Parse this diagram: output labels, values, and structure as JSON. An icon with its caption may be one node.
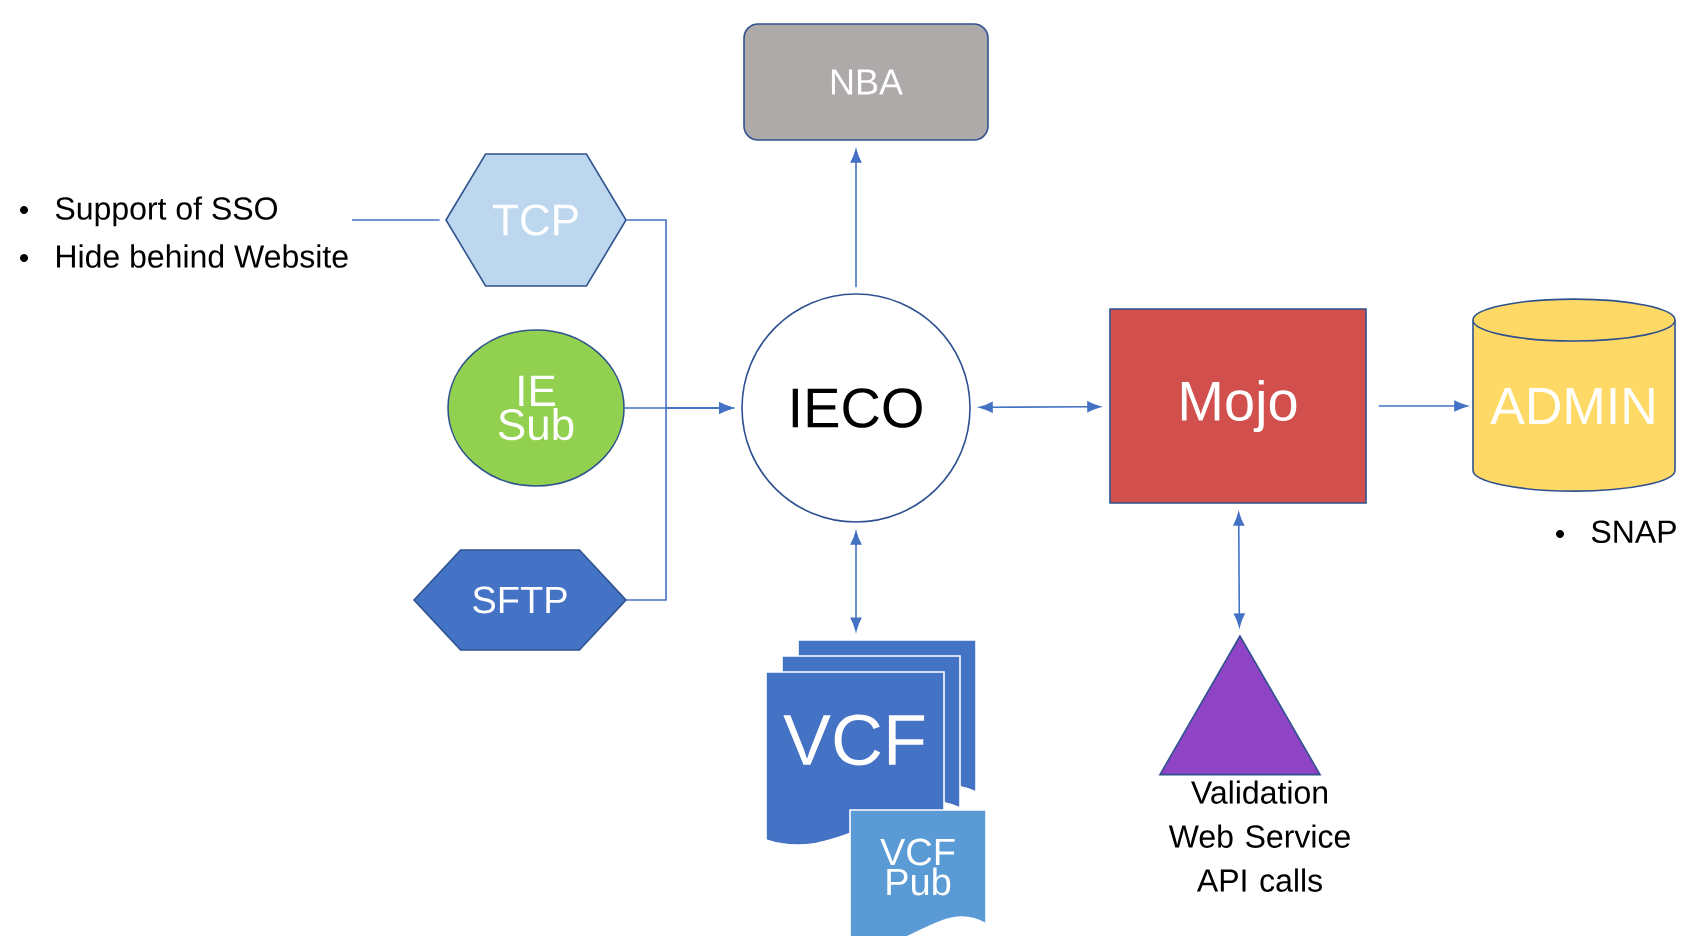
{
  "diagram": {
    "nodes": [
      {
        "text": [
          "Support of SSO",
          "Hide behind Website"
        ]
      },
      {
        "text": [
          "TCP"
        ]
      },
      {
        "text": [
          "IE Sub"
        ]
      },
      {
        "text": [
          "SFTP"
        ]
      },
      {
        "text": [
          "IECO"
        ]
      },
      {
        "text": [
          "NBA"
        ]
      },
      {
        "text": [
          "Mojo"
        ]
      },
      {
        "text": [
          "ADMIN"
        ],
        "beside": [
          "SNAP"
        ]
      },
      {
        "text": [
          "VCF"
        ]
      },
      {
        "text": [
          "VCF Pub"
        ]
      },
      {
        "text": [],
        "shape": "triangle",
        "beside": [
          "Validation Web Service API calls"
        ]
      }
    ],
    "edges": [
      {
        "from": 0,
        "to": 1,
        "arrow": "none"
      },
      {
        "from": 1,
        "to": 4,
        "arrow": "to"
      },
      {
        "from": 2,
        "to": 4,
        "arrow": "to"
      },
      {
        "from": 3,
        "to": 4,
        "arrow": "to"
      },
      {
        "from": 4,
        "to": 5,
        "arrow": "to"
      },
      {
        "from": 4,
        "to": 6,
        "arrow": "both"
      },
      {
        "from": 6,
        "to": 7,
        "arrow": "to"
      },
      {
        "from": 4,
        "to": 8,
        "arrow": "both"
      },
      {
        "from": 6,
        "to": 10,
        "arrow": "both"
      }
    ]
  }
}
